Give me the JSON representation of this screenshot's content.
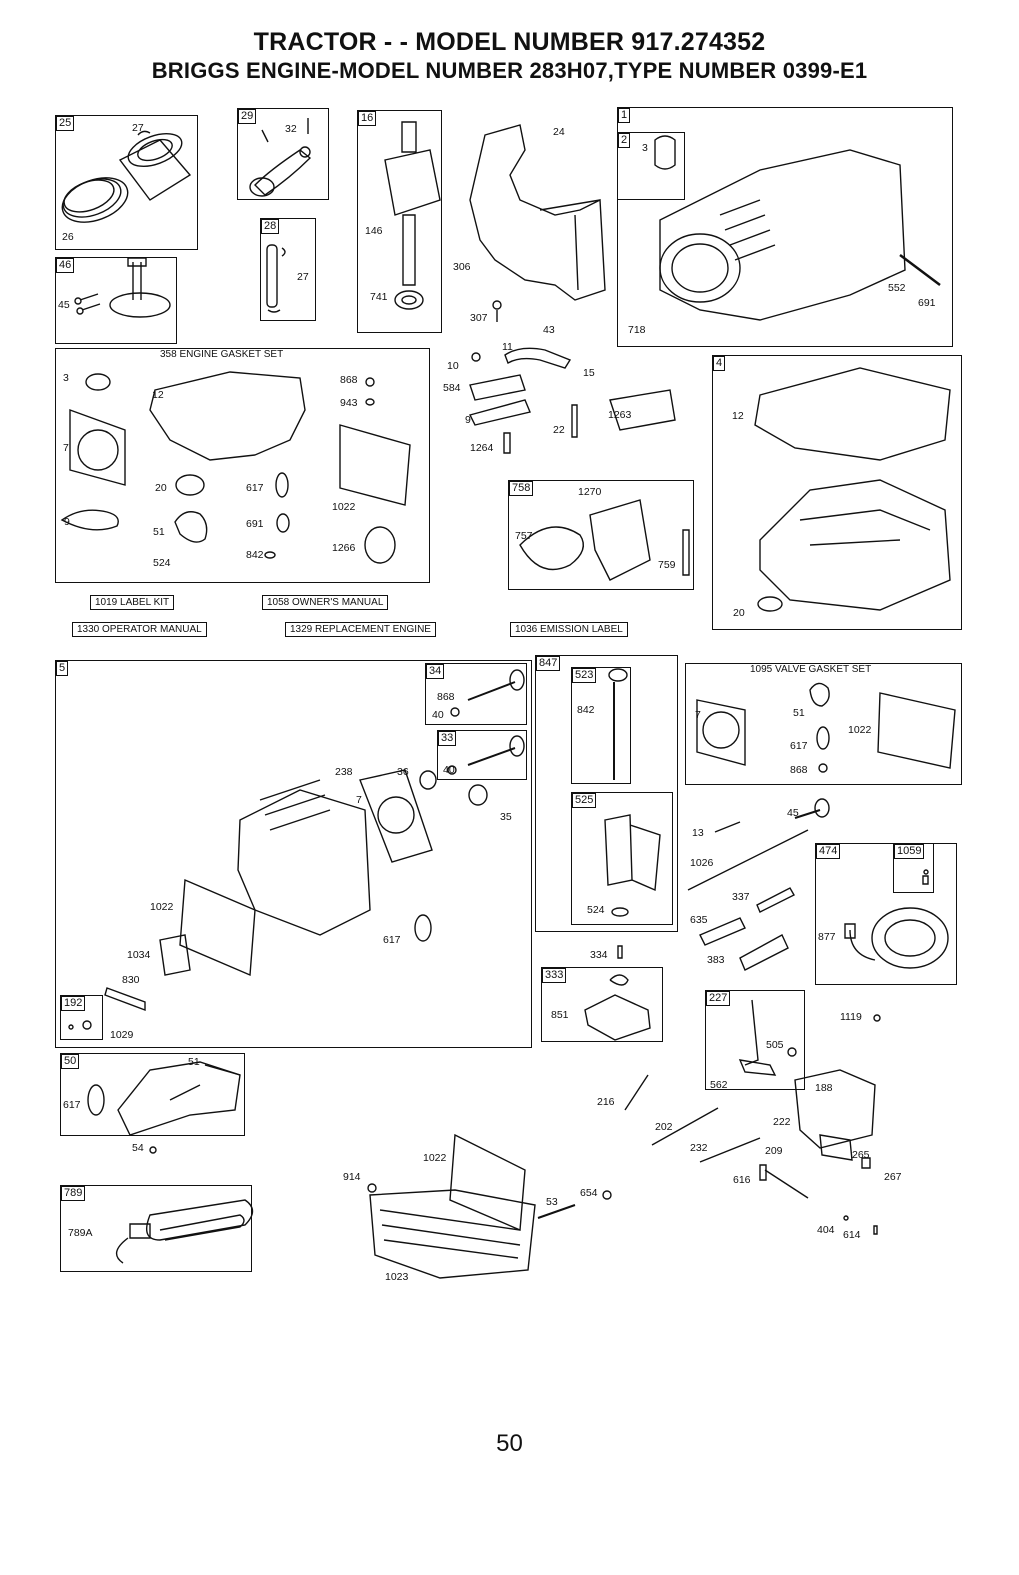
{
  "header": {
    "line1": "TRACTOR - - MODEL NUMBER  917.274352",
    "line2": "BRIGGS ENGINE-MODEL NUMBER 283H07,TYPE NUMBER 0399-E1"
  },
  "boxes": [
    {
      "id": "b25",
      "num": "25"
    },
    {
      "id": "b46",
      "num": "46"
    },
    {
      "id": "b29",
      "num": "29"
    },
    {
      "id": "b28",
      "num": "28"
    },
    {
      "id": "b16",
      "num": "16"
    },
    {
      "id": "b1",
      "num": "1"
    },
    {
      "id": "b2",
      "num": "2"
    },
    {
      "id": "b4",
      "num": "4"
    },
    {
      "id": "b758",
      "num": "758"
    },
    {
      "id": "b5",
      "num": "5"
    },
    {
      "id": "b34",
      "num": "34"
    },
    {
      "id": "b33",
      "num": "33"
    },
    {
      "id": "b847",
      "num": "847"
    },
    {
      "id": "b523",
      "num": "523"
    },
    {
      "id": "b525",
      "num": "525"
    },
    {
      "id": "b333",
      "num": "333"
    },
    {
      "id": "b474",
      "num": "474"
    },
    {
      "id": "b1059",
      "num": "1059"
    },
    {
      "id": "b227",
      "num": "227"
    },
    {
      "id": "b192",
      "num": "192"
    },
    {
      "id": "b50",
      "num": "50"
    },
    {
      "id": "b789",
      "num": "789"
    }
  ],
  "kits": {
    "engine_gasket_set": "358 ENGINE GASKET SET",
    "valve_gasket_set": "1095 VALVE GASKET SET"
  },
  "labels": {
    "label_kit": "1019 LABEL KIT",
    "owners_manual": "1058 OWNER'S MANUAL",
    "operator_manual": "1330 OPERATOR MANUAL",
    "replacement_engine": "1329 REPLACEMENT ENGINE",
    "emission_label": "1036 EMISSION LABEL"
  },
  "callouts": [
    "27",
    "26",
    "45",
    "32",
    "27",
    "146",
    "741",
    "24",
    "306",
    "307",
    "43",
    "3",
    "718",
    "552",
    "691",
    "3",
    "12",
    "868",
    "943",
    "7",
    "20",
    "617",
    "1022",
    "9",
    "51",
    "691",
    "524",
    "842",
    "1266",
    "10",
    "11",
    "584",
    "15",
    "9",
    "22",
    "1264",
    "1263",
    "12",
    "1270",
    "757",
    "759",
    "20",
    "868",
    "40",
    "40",
    "238",
    "36",
    "7",
    "35",
    "842",
    "51",
    "617",
    "868",
    "1022",
    "7",
    "1022",
    "617",
    "1034",
    "830",
    "1029",
    "524",
    "13",
    "45",
    "1026",
    "337",
    "635",
    "383",
    "877",
    "334",
    "851",
    "1119",
    "505",
    "562",
    "188",
    "222",
    "209",
    "265",
    "267",
    "616",
    "617",
    "51",
    "54",
    "216",
    "202",
    "232",
    "1022",
    "914",
    "53",
    "654",
    "1023",
    "789A",
    "404",
    "614"
  ],
  "page": {
    "number": "50"
  }
}
